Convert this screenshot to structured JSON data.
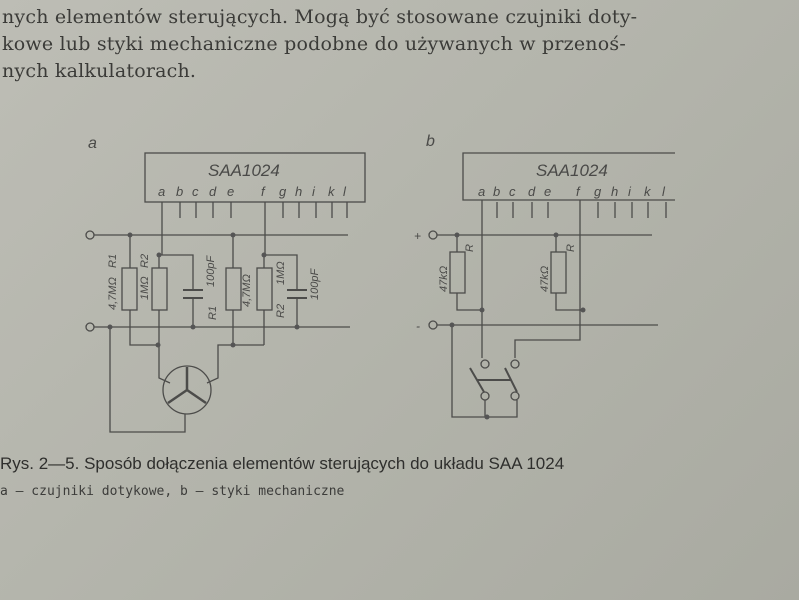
{
  "body_text": {
    "lines": [
      "nych elementów sterujących. Mogą być stosowane czujniki doty-",
      "kowe lub styki mechaniczne podobne do używanych w przenoś-",
      "nych kalkulatorach."
    ]
  },
  "figure": {
    "panel_a": {
      "label": "a",
      "chip": "SAA1024",
      "pins": [
        "a",
        "b",
        "c",
        "d",
        "e",
        "f",
        "g",
        "h",
        "i",
        "k",
        "l"
      ],
      "r1_value": "4,7MΩ",
      "r1_label": "R1",
      "r2_value": "1MΩ",
      "r2_label": "R2",
      "c1_value": "100pF",
      "r1b_label": "R1",
      "r1b_value": "4,7MΩ",
      "r2b_label": "R2",
      "r2b_value": "1MΩ",
      "c2_value": "100pF"
    },
    "panel_b": {
      "label": "b",
      "chip": "SAA1024",
      "pins": [
        "a",
        "b",
        "c",
        "d",
        "e",
        "f",
        "g",
        "h",
        "i",
        "k",
        "l"
      ],
      "plus": "+",
      "minus": "-",
      "ra_value": "47kΩ",
      "ra_label": "R",
      "rb_value": "47kΩ",
      "rb_label": "R"
    }
  },
  "caption": {
    "title": "Rys. 2—5. Sposób dołączenia elementów sterujących do układu SAA 1024",
    "legend": "a — czujniki dotykowe, b — styki mechaniczne"
  }
}
